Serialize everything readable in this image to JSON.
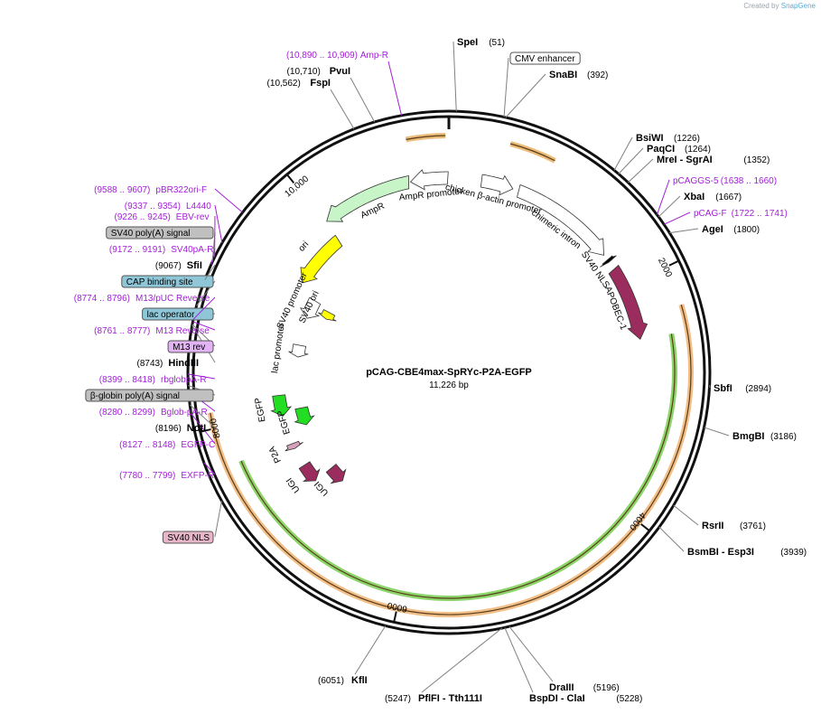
{
  "credit": {
    "prefix": "Created by",
    "brand": "SnapGene"
  },
  "plasmid": {
    "name": "pCAG-CBE4max-SpRYc-P2A-EGFP",
    "size_label": "11,226 bp",
    "length": 11226
  },
  "ticks": [
    {
      "pos": 2000,
      "label": "2000"
    },
    {
      "pos": 4000,
      "label": "4000"
    },
    {
      "pos": 6000,
      "label": "6000"
    },
    {
      "pos": 8000,
      "label": "8000"
    },
    {
      "pos": 10000,
      "label": "10,000"
    }
  ],
  "right_labels": [
    {
      "name": "SpeI",
      "pos_text": "(51)",
      "pos": 51
    },
    {
      "name": "CMV enhancer",
      "pos": 380,
      "boxed": true
    },
    {
      "name": "SnaBI",
      "pos_text": "(392)",
      "pos": 392
    },
    {
      "name": "BsiWI",
      "pos_text": "(1226)",
      "pos": 1226
    },
    {
      "name": "PaqCI",
      "pos_text": "(1264)",
      "pos": 1264
    },
    {
      "name": "MreI",
      "name2": "SgrAI",
      "pos_text": "(1352)",
      "pos": 1352
    },
    {
      "name": "pCAGGS-5",
      "pos_text": "(1638 .. 1660)",
      "pos": 1649,
      "primer": true
    },
    {
      "name": "XbaI",
      "pos_text": "(1667)",
      "pos": 1667
    },
    {
      "name": "pCAG-F",
      "pos_text": "(1722 .. 1741)",
      "pos": 1731,
      "primer": true
    },
    {
      "name": "AgeI",
      "pos_text": "(1800)",
      "pos": 1800
    },
    {
      "name": "SbfI",
      "pos_text": "(2894)",
      "pos": 2894
    },
    {
      "name": "BmgBI",
      "pos_text": "(3186)",
      "pos": 3186
    },
    {
      "name": "RsrII",
      "pos_text": "(3761)",
      "pos": 3761
    },
    {
      "name": "BsmBI",
      "name2": "Esp3I",
      "pos_text": "(3939)",
      "pos": 3939
    }
  ],
  "bottom_labels": [
    {
      "name": "DraIII",
      "pos_text": "(5196)",
      "pos": 5196
    },
    {
      "name": "BspDI",
      "name2": "ClaI",
      "pos_text": "(5228)",
      "pos": 5228
    },
    {
      "name": "PflFI",
      "name2": "Tth111I",
      "pos_text": "(5247)",
      "pos": 5247
    },
    {
      "name": "KflI",
      "pos_text": "(6051)",
      "pos": 6051
    }
  ],
  "left_labels": [
    {
      "name": "SV40 NLS",
      "pos": 7500,
      "boxed": true,
      "fill": "#e7b6c8"
    },
    {
      "name": "EXFP-R",
      "pos_text": "(7780 .. 7799)",
      "pos": 7790,
      "primer": true
    },
    {
      "name": "EGFP-C",
      "pos_text": "(8127 .. 8148)",
      "pos": 8137,
      "primer": true
    },
    {
      "name": "NotI",
      "pos_text": "(8196)",
      "pos": 8196
    },
    {
      "name": "Bglob-pA-R",
      "pos_text": "(8280 .. 8299)",
      "pos": 8290,
      "primer": true
    },
    {
      "name": "β-globin poly(A) signal",
      "pos": 8330,
      "boxed": true,
      "fill": "#c0c0c0"
    },
    {
      "name": "rbglobpA-R",
      "pos_text": "(8399 .. 8418)",
      "pos": 8408,
      "primer": true
    },
    {
      "name": "HindIII",
      "pos_text": "(8743)",
      "pos": 8743
    },
    {
      "name": "M13 rev",
      "pos": 8750,
      "boxed": true,
      "fill": "#e2b3f5"
    },
    {
      "name": "M13 Reverse",
      "pos_text": "(8761 .. 8777)",
      "pos": 8769,
      "primer": true
    },
    {
      "name": "lac operator",
      "pos": 8790,
      "boxed": true,
      "fill": "#8fc7d8"
    },
    {
      "name": "M13/pUC Reverse",
      "pos_text": "(8774 .. 8796)",
      "pos": 8785,
      "primer": true
    },
    {
      "name": "CAP binding site",
      "pos": 8880,
      "boxed": true,
      "fill": "#8fc7d8"
    },
    {
      "name": "SfiI",
      "pos_text": "(9067)",
      "pos": 9067
    },
    {
      "name": "SV40pA-R",
      "pos_text": "(9172 .. 9191)",
      "pos": 9181,
      "primer": true
    },
    {
      "name": "SV40 poly(A) signal",
      "pos": 9200,
      "boxed": true,
      "fill": "#c0c0c0"
    },
    {
      "name": "EBV-rev",
      "pos_text": "(9226 .. 9245)",
      "pos": 9235,
      "primer": true
    },
    {
      "name": "L4440",
      "pos_text": "(9337 .. 9354)",
      "pos": 9345,
      "primer": true
    },
    {
      "name": "pBR322ori-F",
      "pos_text": "(9588 .. 9607)",
      "pos": 9597,
      "primer": true
    }
  ],
  "top_left_labels": [
    {
      "name": "FspI",
      "pos_text": "(10,562)",
      "pos": 10562
    },
    {
      "name": "PvuI",
      "pos_text": "(10,710)",
      "pos": 10710
    },
    {
      "name": "Amp-R",
      "pos_text": "(10,890 .. 10,909)",
      "pos": 10900,
      "primer": true
    }
  ],
  "features": [
    {
      "name": "AmpR promoter",
      "start": 10870,
      "end": 11220,
      "dir": "ccw",
      "color": "#ffffff",
      "ring": 1
    },
    {
      "name": "AmpR",
      "start": 10010,
      "end": 10865,
      "dir": "ccw",
      "color": "#c8f5c8",
      "ring": 1
    },
    {
      "name": "ori",
      "start": 9400,
      "end": 9990,
      "dir": "ccw",
      "color": "#ffff00",
      "ring": 2
    },
    {
      "name": "chicken β-actin promoter",
      "start": 300,
      "end": 600,
      "dir": "cw",
      "color": "#ffffff",
      "ring": 1
    },
    {
      "name": "chimeric intron",
      "start": 650,
      "end": 1650,
      "dir": "cw",
      "color": "#ffffff",
      "ring": 1
    },
    {
      "name": "SV40 NLS",
      "start": 1700,
      "end": 1730,
      "dir": "cw",
      "color": "#000000",
      "ring": 1
    },
    {
      "name": "APOBEC-1",
      "start": 1800,
      "end": 2500,
      "dir": "cw",
      "color": "#9b2d5e",
      "ring": 1
    },
    {
      "name": "SV40 promoter",
      "start": 9070,
      "end": 9300,
      "dir": "ccw",
      "color": "#ffffff",
      "ring": 3
    },
    {
      "name": "SV40 ori",
      "start": 9150,
      "end": 9250,
      "dir": "ccw",
      "color": "#ffff00",
      "ring": 4
    },
    {
      "name": "lac promoter",
      "start": 8600,
      "end": 8740,
      "dir": "ccw",
      "color": "#ffffff",
      "ring": 3
    },
    {
      "name": "EGFP",
      "start": 7960,
      "end": 8180,
      "dir": "ccw",
      "color": "#22dd22",
      "ring": 2
    },
    {
      "name": "EGFP",
      "start": 7790,
      "end": 8000,
      "dir": "ccw",
      "color": "#22dd22",
      "ring": 3
    },
    {
      "name": "P2A",
      "start": 7600,
      "end": 7660,
      "dir": "ccw",
      "color": "#d7a0bb",
      "ring": 2
    },
    {
      "name": "UGI",
      "start": 7200,
      "end": 7400,
      "dir": "ccw",
      "color": "#9b2d5e",
      "ring": 2
    },
    {
      "name": "UGI",
      "start": 7000,
      "end": 7200,
      "dir": "ccw",
      "color": "#9b2d5e",
      "ring": 3
    }
  ],
  "orfs": [
    {
      "start": 10900,
      "end": 11200,
      "ring": -1,
      "color": "#e9b56a"
    },
    {
      "start": 2300,
      "end": 8120,
      "ring": 0,
      "color": "#f0b87a"
    },
    {
      "start": 2500,
      "end": 7700,
      "ring": 1,
      "color": "#7fd05a"
    },
    {
      "start": 470,
      "end": 830,
      "ring": -1,
      "color": "#e9b56a"
    }
  ],
  "colors": {
    "backbone": "#111111",
    "primer": "#a21fd6",
    "site_line": "#808080"
  }
}
